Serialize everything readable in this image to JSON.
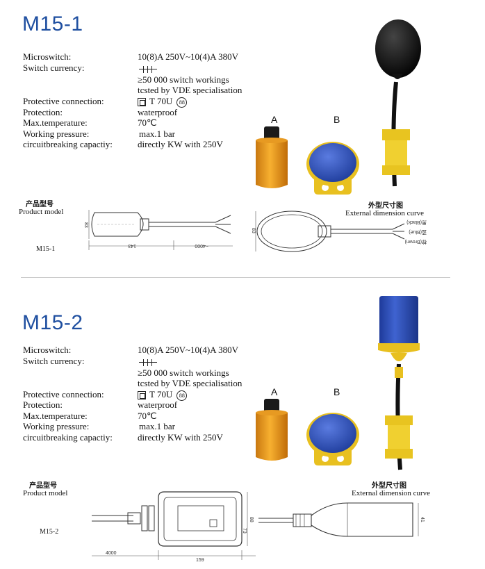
{
  "sections": [
    {
      "title": "M15-1",
      "specs": {
        "microswitch_label": "Microswitch:",
        "microswitch_value": "10(8)A 250V~10(4)A 380V",
        "currency_label": "Switch currency:",
        "currency_line1": "≥50 000 switch workings",
        "currency_line2": "tcsted by VDE specialisation",
        "protective_label": "Protective connection:",
        "protective_value": "T 70U",
        "protective_badge": "88",
        "protection_label": "Protection:",
        "protection_value": "waterproof",
        "maxtemp_label": "Max.temperature:",
        "maxtemp_value": "70℃",
        "pressure_label": "Working pressure:",
        "pressure_value": "max.1 bar",
        "circuit_label": "circuitbreaking capactiy:",
        "circuit_value": "directly KW with 250V"
      },
      "variant_a": "A",
      "variant_b": "B",
      "product_model_cn": "产品型号",
      "product_model_en": "Product model",
      "model_code": "M15-1",
      "dimension_cn": "外型尺寸图",
      "dimension_en": "External dimension curve",
      "dims": {
        "length": "143",
        "cable": "~4000",
        "height": "83",
        "width": "83"
      },
      "wires": [
        "黑(Black)",
        "蓝(Blue)",
        "棕(Brown)"
      ]
    },
    {
      "title": "M15-2",
      "specs": {
        "microswitch_label": "Microswitch:",
        "microswitch_value": "10(8)A 250V~10(4)A 380V",
        "currency_label": "Switch currency:",
        "currency_line1": "≥50 000 switch workings",
        "currency_line2": "tcsted by VDE specialisation",
        "protective_label": "Protective connection:",
        "protective_value": "T 70U",
        "protective_badge": "88",
        "protection_label": "Protection:",
        "protection_value": "waterproof",
        "maxtemp_label": "Max.temperature:",
        "maxtemp_value": "70℃",
        "pressure_label": "Working pressure:",
        "pressure_value": "max.1 bar",
        "circuit_label": "circuitbreaking capactiy:",
        "circuit_value": "directly KW with 250V"
      },
      "variant_a": "A",
      "variant_b": "B",
      "product_model_cn": "产品型号",
      "product_model_en": "Product model",
      "model_code": "M15-2",
      "dimension_cn": "外型尺寸图",
      "dimension_en": "External dimension curve",
      "dims": {
        "cable": "4000",
        "length": "159",
        "height": "88",
        "inner": "73",
        "thick": "41"
      }
    }
  ],
  "colors": {
    "title": "#1f4fa0",
    "orange_body": "#f0a020",
    "blue_cap": "#2a4fbf",
    "yellow_base": "#e8c020",
    "float_black": "#111111"
  }
}
